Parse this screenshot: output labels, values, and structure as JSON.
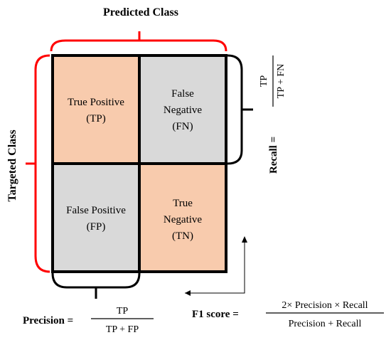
{
  "labels": {
    "predicted_class": "Predicted Class",
    "targeted_class": "Targeted Class"
  },
  "cells": {
    "tp": {
      "line1": "True Positive",
      "line2": "(TP)"
    },
    "fn": {
      "line1": "False",
      "line2": "Negative",
      "line3": "(FN)"
    },
    "fp": {
      "line1": "False Positive",
      "line2": "(FP)"
    },
    "tn": {
      "line1": "True",
      "line2": "Negative",
      "line3": "(TN)"
    }
  },
  "recall": {
    "label": "Recall =",
    "numerator": "TP",
    "denominator": "TP + FN"
  },
  "precision": {
    "label": "Precision =",
    "numerator": "TP",
    "denominator": "TP + FP"
  },
  "f1": {
    "label": "F1 score =",
    "numerator": "2× Precision × Recall",
    "denominator": "Precision + Recall"
  },
  "colors": {
    "positive_cell": "#f8cbad",
    "negative_cell": "#d9d9d9",
    "bracket_red": "#ff0000",
    "grid": "#000000"
  }
}
